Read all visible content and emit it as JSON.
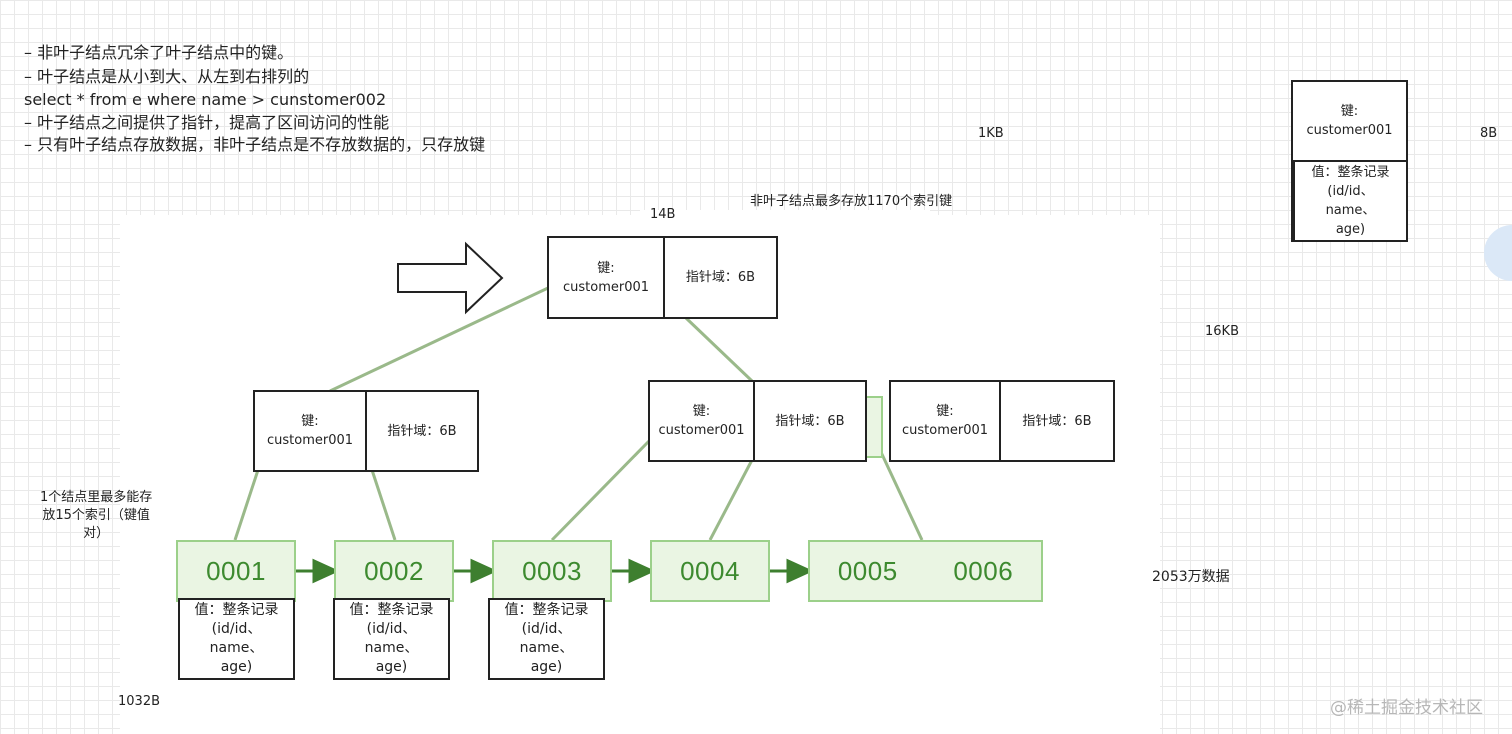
{
  "notes": [
    "– 非叶子结点冗余了叶子结点中的键。",
    "– 叶子结点是从小到大、从左到右排列的",
    "select * from e where name > cunstomer002",
    "– 叶子结点之间提供了指针，提高了区间访问的性能",
    "– 只有叶子结点存放数据，非叶子结点是不存放数据的，只存放键"
  ],
  "sizes": {
    "kb1": "1KB",
    "b8": "8B",
    "b14": "14B",
    "kb16": "16KB",
    "b1032": "1032B"
  },
  "annotations": {
    "non_leaf_max": "非叶子结点最多存放1170个索引键",
    "node_capacity": [
      "1个结点里最多能存",
      "放15个索引（键值",
      "对）"
    ],
    "total_rows": "2053万数据"
  },
  "record_box": {
    "key_label": "键:",
    "key_value": "customer001",
    "value_lines": [
      "值：整条记录",
      "(id/id、",
      "name、",
      "age)"
    ]
  },
  "index_nodes": [
    {
      "key_label": "键:",
      "key_value": "customer001",
      "pointer": "指针域：6B"
    },
    {
      "key_label": "键:",
      "key_value": "customer001",
      "pointer": "指针域：6B"
    },
    {
      "key_label": "键:",
      "key_value": "customer001",
      "pointer": "指针域：6B"
    },
    {
      "key_label": "键:",
      "key_value": "customer001",
      "pointer": "指针域：6B"
    }
  ],
  "leaves": [
    "0001",
    "0002",
    "0003",
    "0004",
    "0005",
    "0006"
  ],
  "value_boxes": [
    [
      "值：整条记录",
      "(id/id、",
      "name、",
      "age)"
    ],
    [
      "值：整条记录",
      "(id/id、",
      "name、",
      "age)"
    ],
    [
      "值：整条记录",
      "(id/id、",
      "name、",
      "age)"
    ]
  ],
  "watermark": "@稀土掘金技术社区",
  "colors": {
    "edge": "#9ab98a",
    "leaf_fill": "#eaf5e3",
    "leaf_border": "#9cd08a",
    "leaf_text": "#3d8a2f",
    "leaf_arrow": "#3e7f2f"
  }
}
